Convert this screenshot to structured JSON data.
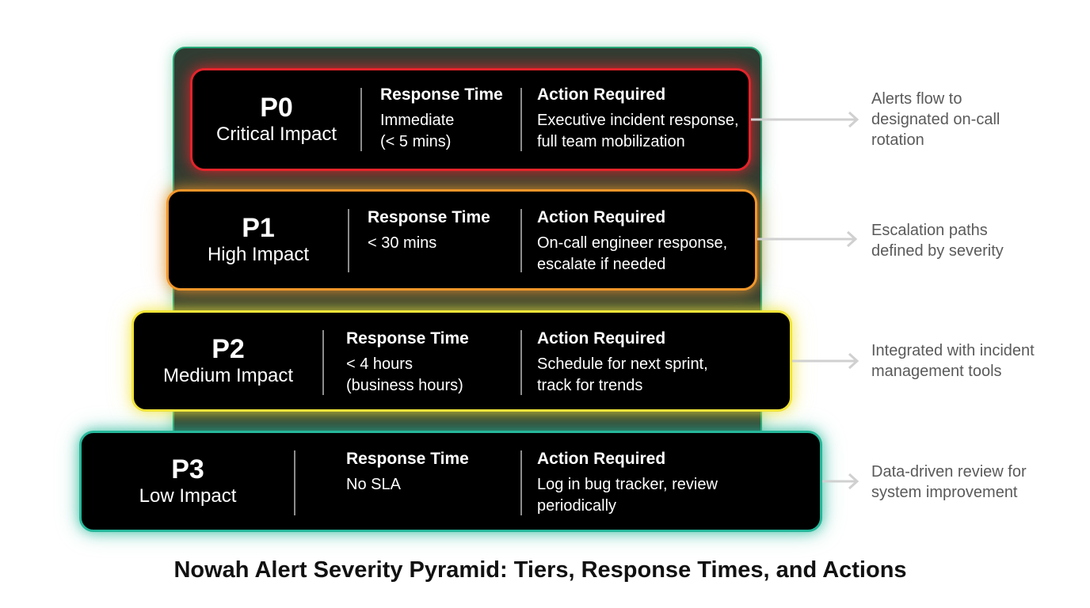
{
  "title": "Nowah Alert Severity Pyramid: Tiers, Response Times, and Actions",
  "colors": {
    "p0": "#e3242b",
    "p1": "#f2962a",
    "p2": "#f3e53a",
    "p3": "#26b79a",
    "backdrop": "#2f3d33"
  },
  "tiers": [
    {
      "code": "P0",
      "name": "Critical Impact",
      "response_title": "Response Time",
      "response_text": "Immediate\n(< 5 mins)",
      "action_title": "Action Required",
      "action_text": "Executive incident response,\nfull team mobilization",
      "note": "Alerts flow to\ndesignated on-call\nrotation"
    },
    {
      "code": "P1",
      "name": "High Impact",
      "response_title": "Response Time",
      "response_text": "< 30 mins",
      "action_title": "Action Required",
      "action_text": "On-call engineer response,\nescalate if needed",
      "note": "Escalation paths\ndefined by severity"
    },
    {
      "code": "P2",
      "name": "Medium Impact",
      "response_title": "Response Time",
      "response_text": "< 4 hours\n(business hours)",
      "action_title": "Action Required",
      "action_text": "Schedule for next sprint,\ntrack for trends",
      "note": "Integrated with incident\nmanagement tools"
    },
    {
      "code": "P3",
      "name": "Low Impact",
      "response_title": "Response Time",
      "response_text": "No SLA",
      "action_title": "Action Required",
      "action_text": "Log in bug tracker, review\nperiodically",
      "note": "Data-driven review for\nsystem improvement"
    }
  ]
}
